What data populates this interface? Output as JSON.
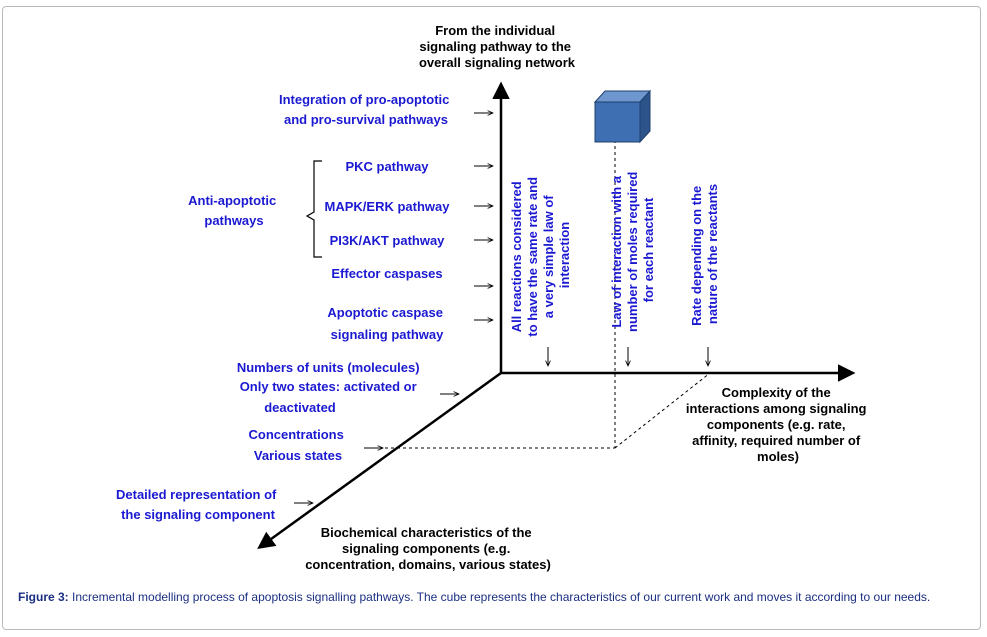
{
  "axes": {
    "vertical_label": [
      "From the individual",
      "signaling pathway to the",
      "overall signaling network"
    ],
    "horizontal_label": [
      "Complexity  of  the",
      "interactions among signaling",
      "components (e.g. rate,",
      "affinity, required number of",
      "moles)"
    ],
    "diagonal_label": [
      "Biochemical characteristics of the",
      "signaling components (e.g.",
      "concentration, domains, various states)"
    ]
  },
  "vertical_levels": {
    "integration": [
      "Integration of  pro-apoptotic",
      "and pro-survival pathways"
    ],
    "anti_apoptotic_group": [
      "Anti-apoptotic",
      "pathways"
    ],
    "pkc": "PKC pathway",
    "mapk": "MAPK/ERK pathway",
    "pi3k": "PI3K/AKT pathway",
    "effector": "Effector caspases",
    "apoptotic": [
      "Apoptotic caspase",
      "signaling pathway"
    ]
  },
  "interaction_levels": {
    "simple": [
      "All reactions considered",
      "to have the same rate and",
      "a very simple law of",
      "interaction"
    ],
    "moles": [
      "Law of interaction with a",
      "number of moles required",
      "for  each reactant"
    ],
    "rate": [
      "Rate depending on the",
      "nature of the reactants"
    ]
  },
  "component_levels": {
    "units": [
      "Numbers of units (molecules)",
      "Only two states: activated or",
      "deactivated"
    ],
    "concentrations": [
      "Concentrations",
      "Various states"
    ],
    "detailed": [
      "Detailed representation of",
      "the signaling component"
    ]
  },
  "caption": {
    "label": "Figure 3:",
    "text": " Incremental modelling process of apoptosis signalling pathways. The cube represents the characteristics of our current work and moves it according to our needs."
  },
  "colors": {
    "level_text": "#1b19d1",
    "cube_front": "#3e6fb3",
    "cube_top": "#6f97cf",
    "cube_side": "#2c548b",
    "caption_text": "#1b2f82"
  }
}
